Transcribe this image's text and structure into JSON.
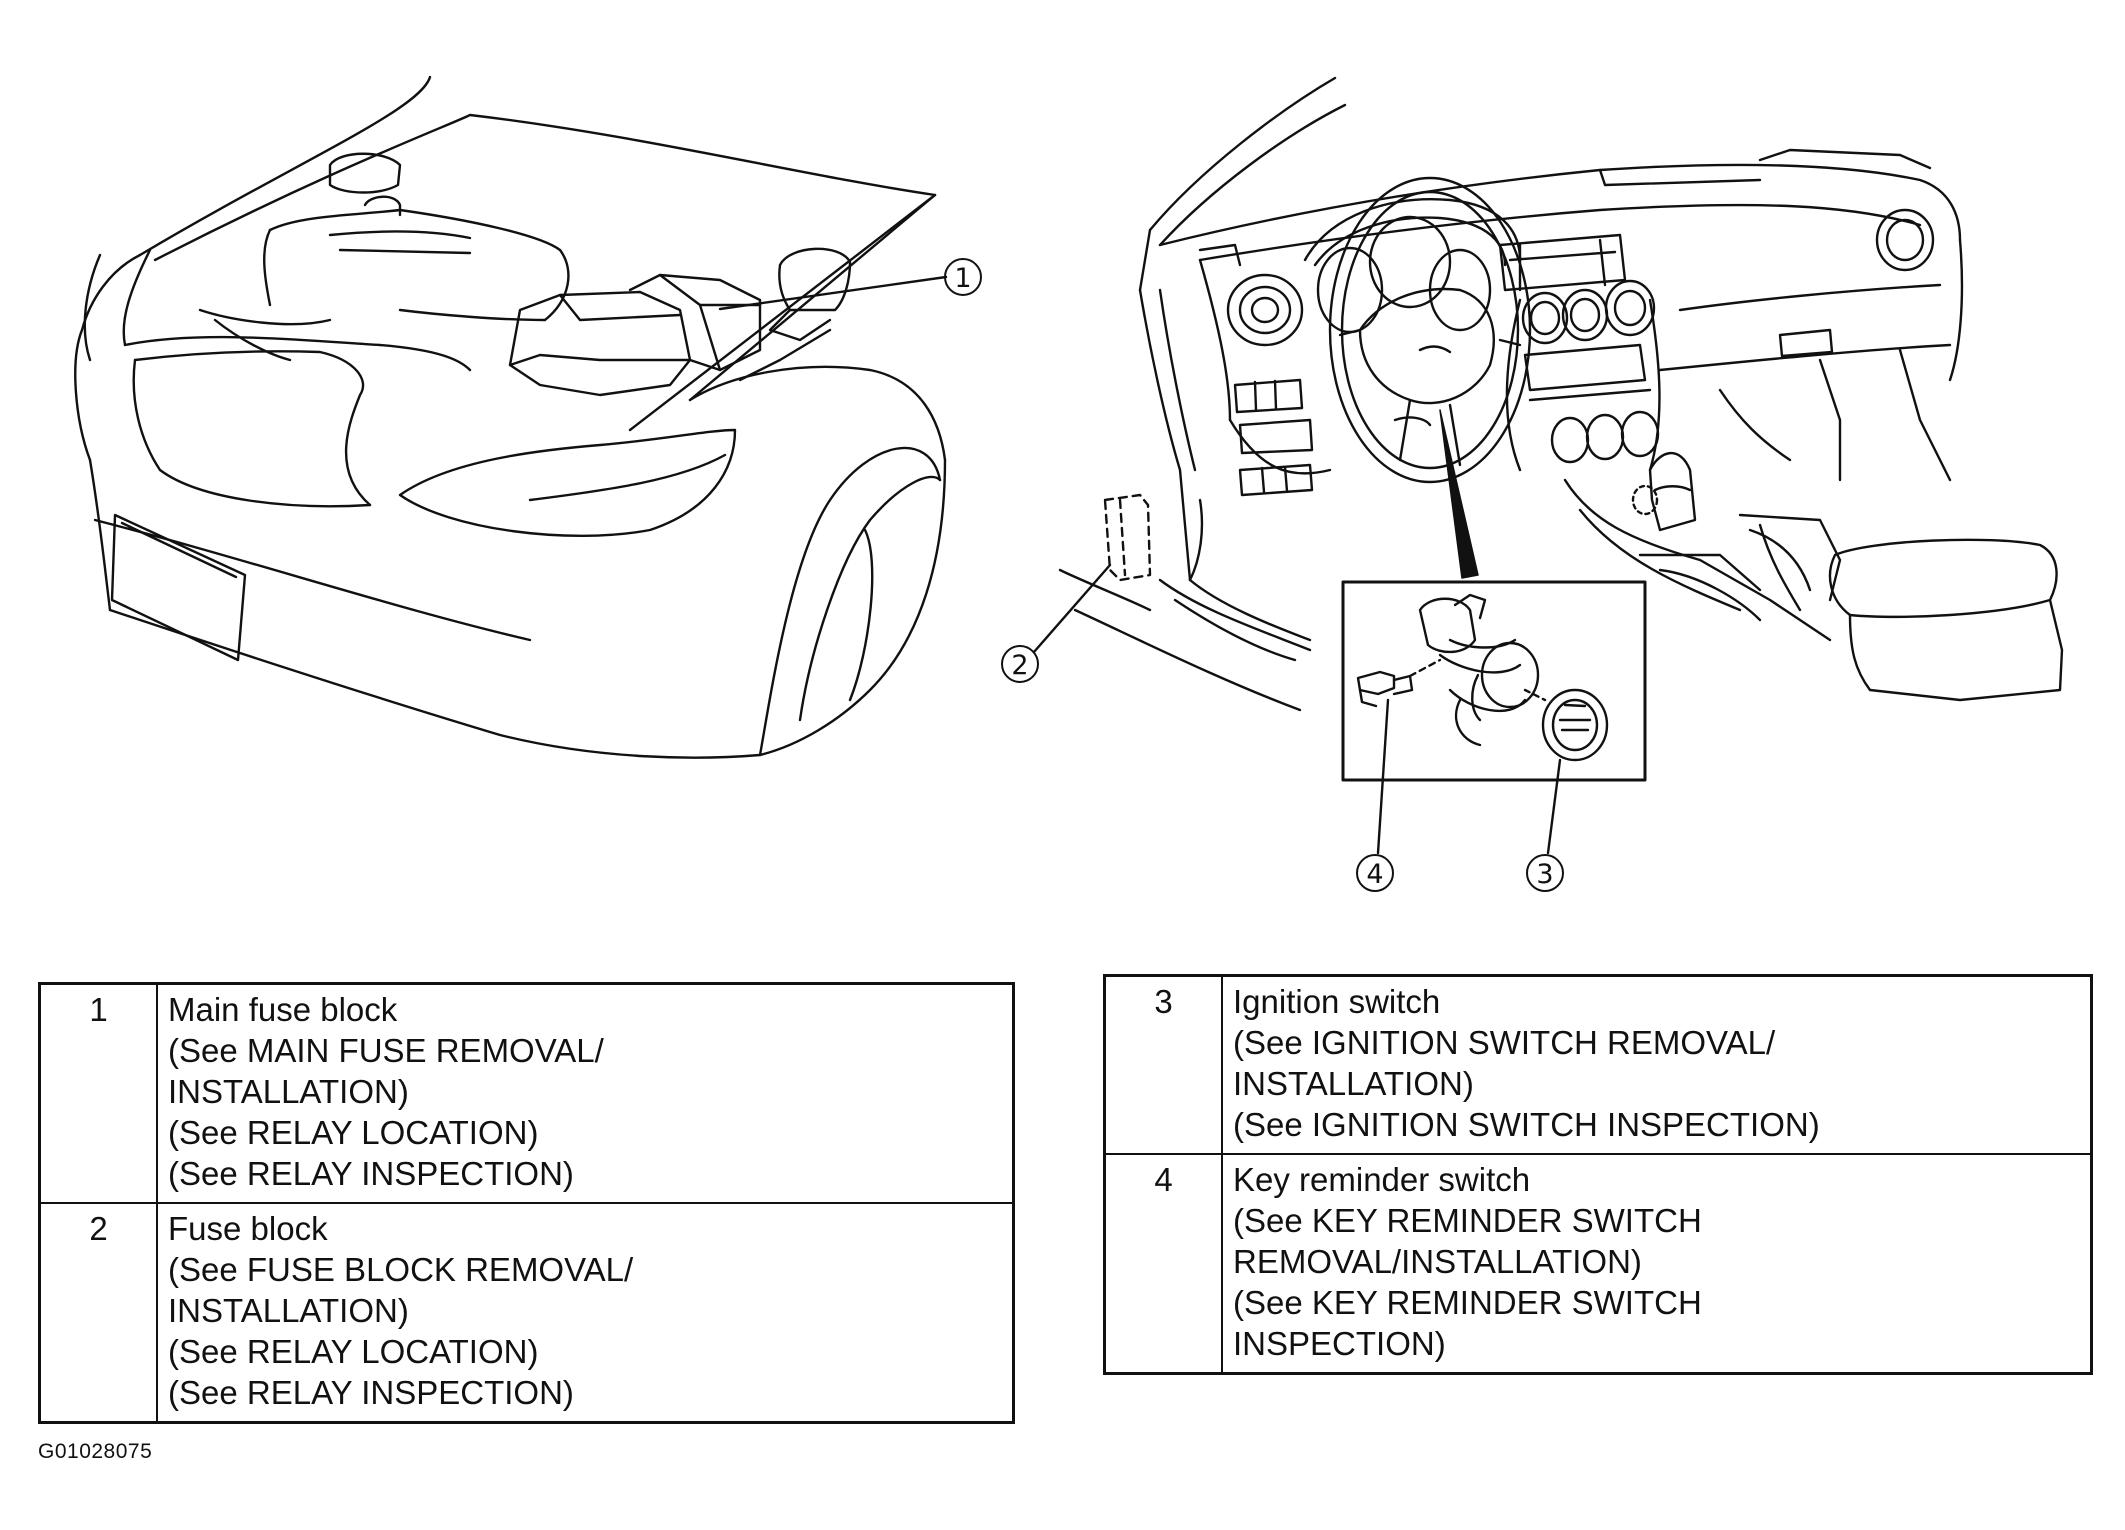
{
  "callouts": [
    "1",
    "2",
    "3",
    "4"
  ],
  "legend_left": [
    {
      "number": "1",
      "lines": [
        "Main fuse block",
        "(See  MAIN FUSE REMOVAL/",
        "INSTALLATION)",
        "(See  RELAY LOCATION)",
        "(See  RELAY INSPECTION)"
      ]
    },
    {
      "number": "2",
      "lines": [
        "Fuse block",
        "(See  FUSE BLOCK REMOVAL/",
        "INSTALLATION)",
        "(See  RELAY LOCATION)",
        "(See  RELAY INSPECTION)"
      ]
    }
  ],
  "legend_right": [
    {
      "number": "3",
      "lines": [
        "Ignition switch",
        "(See  IGNITION SWITCH REMOVAL/",
        "INSTALLATION)",
        "(See  IGNITION SWITCH INSPECTION)"
      ]
    },
    {
      "number": "4",
      "lines": [
        "Key reminder switch",
        "(See  KEY REMINDER SWITCH",
        "REMOVAL/INSTALLATION)",
        "(See  KEY REMINDER SWITCH",
        "INSPECTION)"
      ]
    }
  ],
  "figure_id": "G01028075"
}
